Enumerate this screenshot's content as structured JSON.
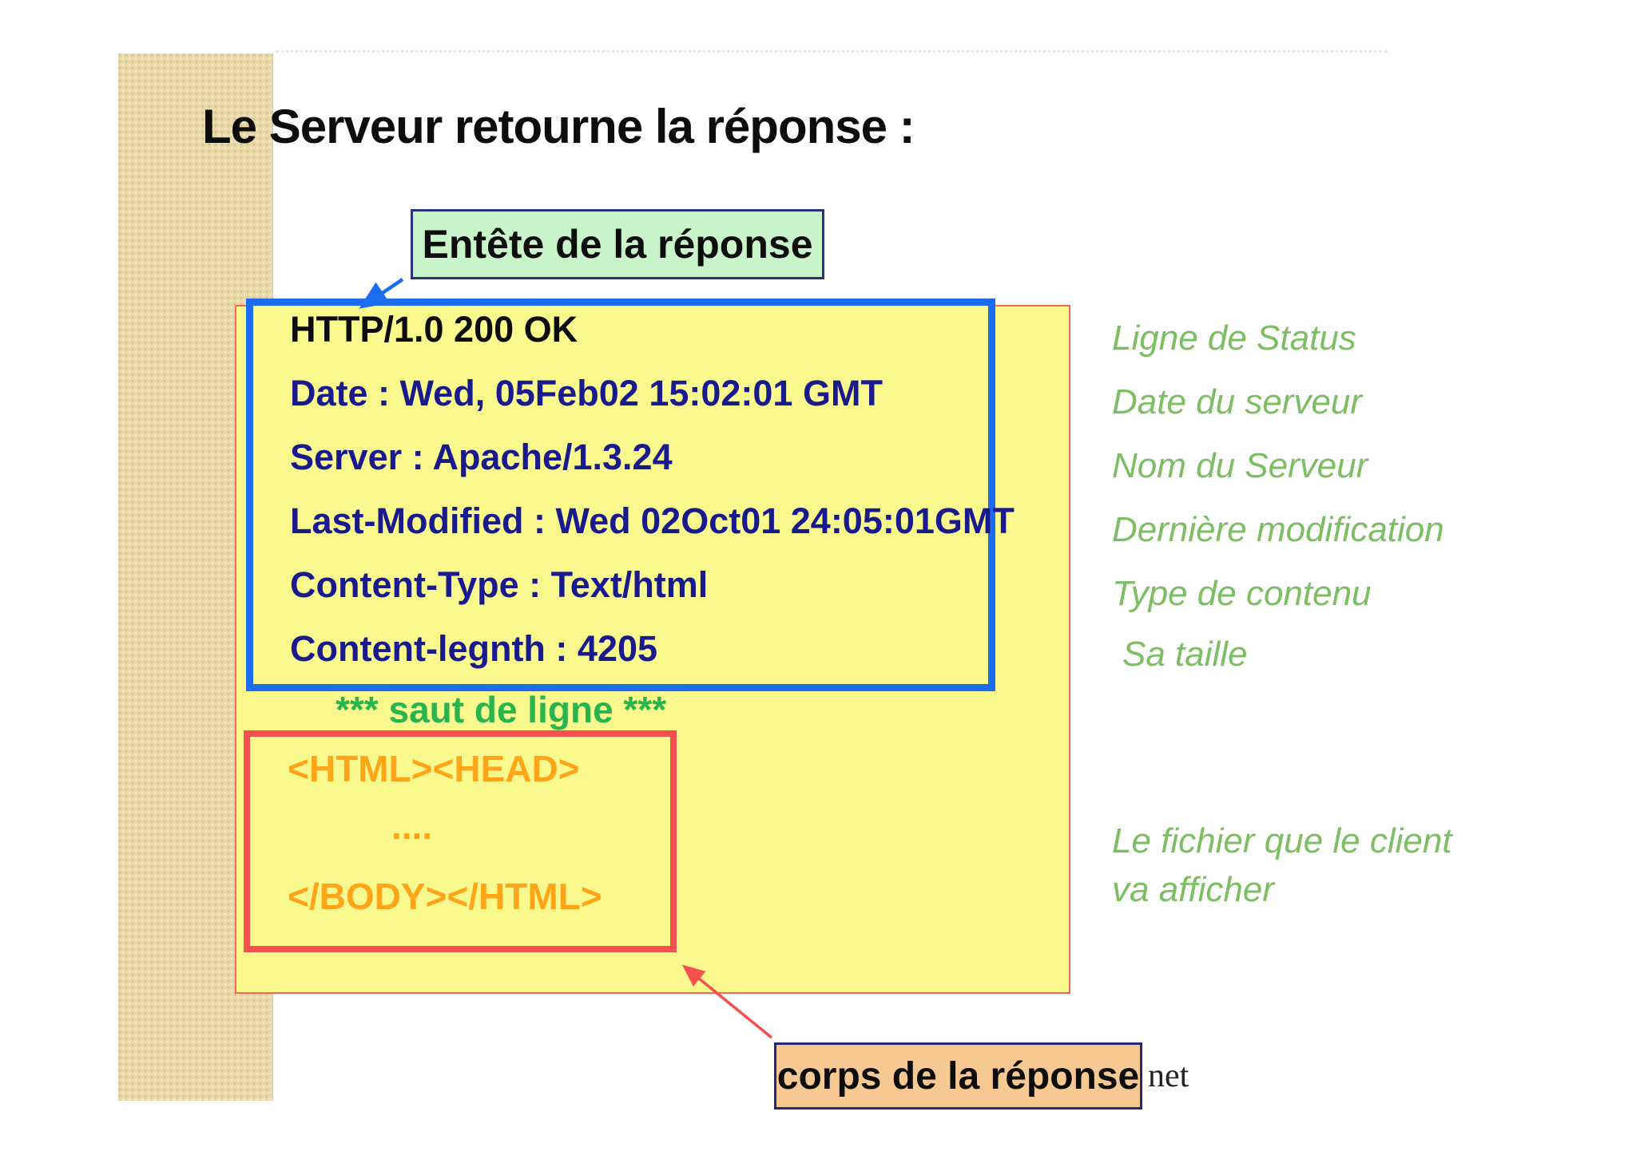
{
  "slide": {
    "title": "Le Serveur retourne la réponse :"
  },
  "callouts": {
    "header_label": "Entête de la réponse",
    "body_label": "corps de la réponse"
  },
  "response": {
    "headers": [
      "HTTP/1.0 200 OK",
      "Date : Wed, 05Feb02 15:02:01 GMT",
      "Server : Apache/1.3.24",
      "Last-Modified : Wed 02Oct01 24:05:01GMT",
      "Content-Type : Text/html",
      "Content-legnth : 4205"
    ],
    "line_break_marker": "*** saut de ligne ***",
    "body_lines": [
      "<HTML><HEAD>",
      "....",
      "</BODY></HTML>"
    ]
  },
  "annotations": {
    "right": [
      "Ligne de Status",
      "Date du serveur",
      "Nom du Serveur",
      "Dernière modification",
      "Type de contenu",
      "Sa taille"
    ],
    "file_line1": "Le fichier que le client",
    "file_line2": "va afficher"
  },
  "watermark_fragment": "net",
  "colors": {
    "response_bg": "#f9f98e",
    "header_border_blue": "#1b6cf0",
    "outer_border_red": "#f2695a",
    "body_border_red": "#f5504e",
    "header_text_navy": "#1a1a8f",
    "status_text_black": "#0d0d0d",
    "body_text_orange": "#ffa517",
    "marker_green": "#2ab44e",
    "annotation_green": "#7cbf63",
    "header_callout_bg": "#c9f3c9",
    "body_callout_bg": "#f6c992",
    "callout_border_navy": "#28337e",
    "stripe_beige": "#e8d8a6"
  }
}
